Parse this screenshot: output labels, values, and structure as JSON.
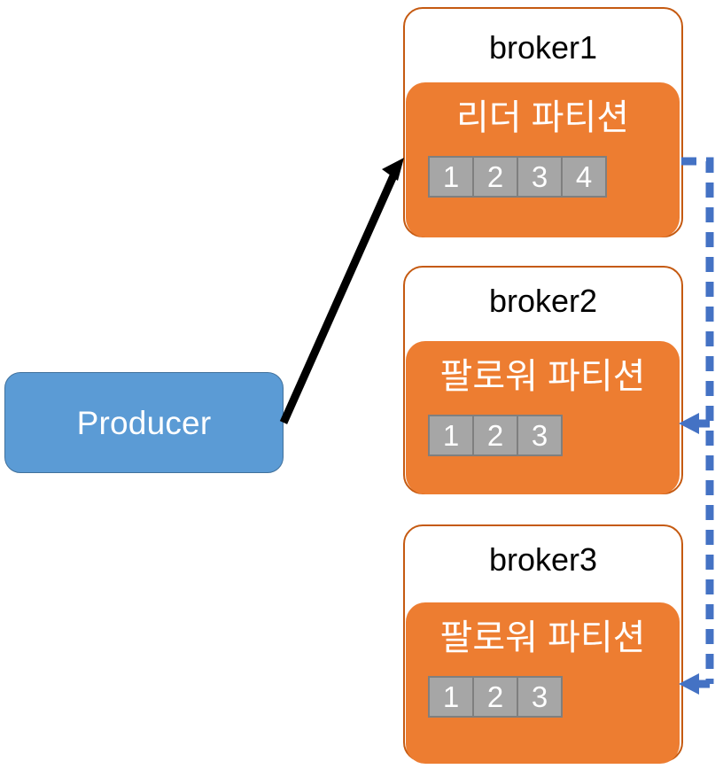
{
  "diagram": {
    "title": "Kafka leader/follower partition replication",
    "background": "#ffffff"
  },
  "producer": {
    "label": "Producer",
    "fill": "#5B9BD5",
    "border": "#41719C",
    "text_color": "#ffffff"
  },
  "brokers": [
    {
      "name": "broker1",
      "role": "leader",
      "partition_label": "리더 파티션",
      "partitions": [
        "1",
        "2",
        "3",
        "4"
      ],
      "panel_fill": "#ED7D31",
      "card_border": "#C55A11"
    },
    {
      "name": "broker2",
      "role": "follower",
      "partition_label": "팔로워 파티션",
      "partitions": [
        "1",
        "2",
        "3"
      ],
      "panel_fill": "#ED7D31",
      "card_border": "#C55A11"
    },
    {
      "name": "broker3",
      "role": "follower",
      "partition_label": "팔로워 파티션",
      "partitions": [
        "1",
        "2",
        "3"
      ],
      "panel_fill": "#ED7D31",
      "card_border": "#C55A11"
    }
  ],
  "connectors": {
    "produce_arrow": {
      "name": "producer-to-leader-arrow",
      "style": "solid",
      "color": "#000000",
      "from": "Producer",
      "to": "broker1"
    },
    "replication_arrows": {
      "name": "leader-to-followers-replication",
      "style": "dashed",
      "color": "#4472C4",
      "from": "broker1",
      "to": [
        "broker2",
        "broker3"
      ]
    }
  },
  "cells": {
    "fill": "#A6A6A6",
    "border": "#7F7F7F",
    "text_color": "#ffffff"
  }
}
